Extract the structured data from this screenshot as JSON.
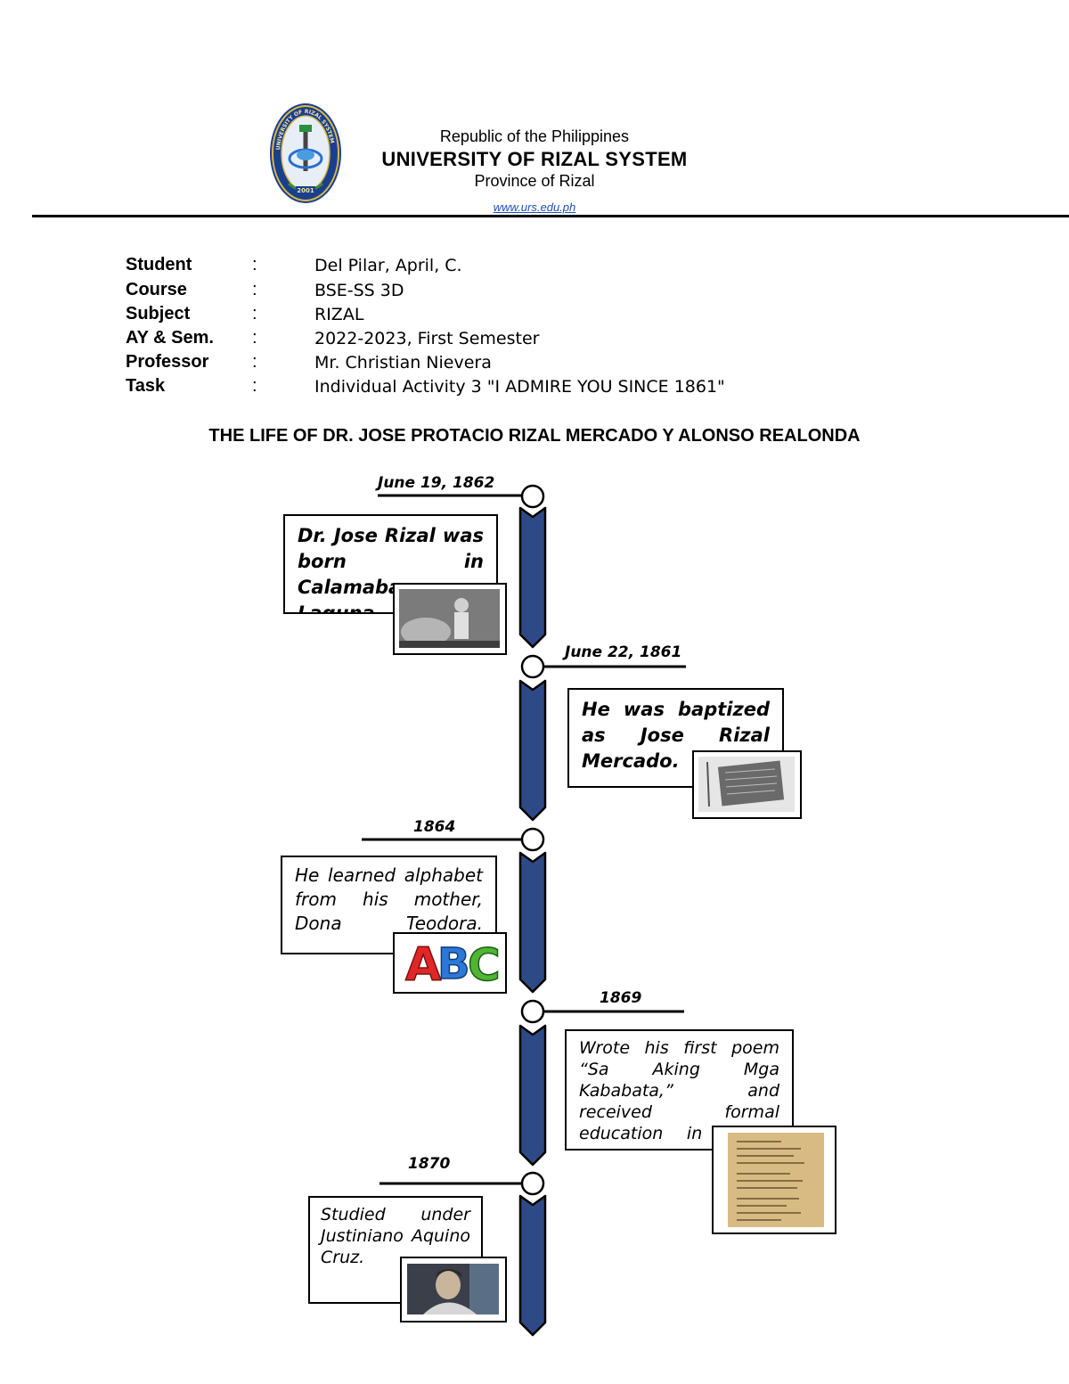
{
  "header": {
    "republic": "Republic of the Philippines",
    "university": "UNIVERSITY OF RIZAL SYSTEM",
    "province": "Province of Rizal",
    "website": "www.urs.edu.ph",
    "seal_text": "UNIVERSITY OF RIZAL SYSTEM",
    "seal_year": "2001"
  },
  "info": [
    {
      "label": "Student",
      "colon": ":",
      "value": "Del Pilar, April, C."
    },
    {
      "label": "Course",
      "colon": ":",
      "value": "BSE-SS 3D"
    },
    {
      "label": "Subject",
      "colon": ":",
      "value": "RIZAL"
    },
    {
      "label": "AY & Sem.",
      "colon": ":",
      "value": "2022-2023, First Semester"
    },
    {
      "label": "Professor",
      "colon": ":",
      "value": "Mr. Christian Nievera"
    },
    {
      "label": "Task",
      "colon": ":",
      "value": "Individual Activity 3 \"I ADMIRE YOU SINCE 1861\""
    }
  ],
  "title": "THE LIFE OF DR. JOSE PROTACIO RIZAL MERCADO Y ALONSO REALONDA",
  "timeline": [
    {
      "date": "June 19, 1862",
      "text": "Dr. Jose Rizal was born in Calamaba, Laguna.",
      "photo": "young-rizal-photo"
    },
    {
      "date": "June 22, 1861",
      "text": "He was baptized as Jose Rizal Mercado.",
      "photo": "baptismal-record-photo"
    },
    {
      "date": "1864",
      "text": "He learned alphabet from his mother, Dona Teodora.",
      "photo": "abc-letters-image"
    },
    {
      "date": "1869",
      "text": "Wrote his first poem “Sa Aking Mga Kababata,” and received formal education in Binan.",
      "photo": "poem-manuscript-image"
    },
    {
      "date": "1870",
      "text": "Studied under Justiniano Aquino Cruz.",
      "photo": "teacher-portrait-photo"
    }
  ],
  "abc_letters": "ABC",
  "colors": {
    "timeline_arrow": "#2e4a86",
    "link": "#1f4fbf"
  }
}
